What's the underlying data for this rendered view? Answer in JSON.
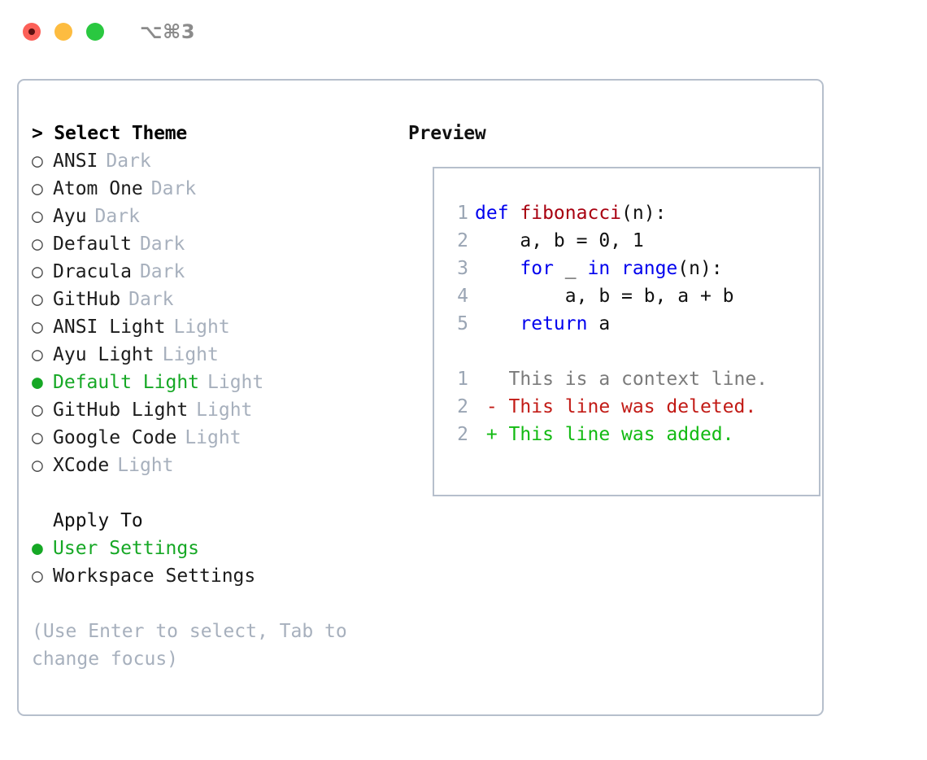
{
  "window": {
    "shortcut_label": "⌥⌘3",
    "traffic_lights": [
      "close-button",
      "minimize-button",
      "maximize-button"
    ],
    "colors": {
      "close": "#fc6058",
      "minimize": "#fdbc40",
      "maximize": "#2ac840",
      "panel_border": "#b6bfcc",
      "accent_green": "#16a825",
      "muted": "#a7b0bd"
    }
  },
  "theme_list": {
    "header": "> Select Theme",
    "items": [
      {
        "marker": "○",
        "name": "ANSI",
        "kind": "Dark",
        "selected": false
      },
      {
        "marker": "○",
        "name": "Atom One",
        "kind": "Dark",
        "selected": false
      },
      {
        "marker": "○",
        "name": "Ayu",
        "kind": "Dark",
        "selected": false
      },
      {
        "marker": "○",
        "name": "Default",
        "kind": "Dark",
        "selected": false
      },
      {
        "marker": "○",
        "name": "Dracula",
        "kind": "Dark",
        "selected": false
      },
      {
        "marker": "○",
        "name": "GitHub",
        "kind": "Dark",
        "selected": false
      },
      {
        "marker": "○",
        "name": "ANSI Light",
        "kind": "Light",
        "selected": false
      },
      {
        "marker": "○",
        "name": "Ayu Light",
        "kind": "Light",
        "selected": false
      },
      {
        "marker": "●",
        "name": "Default Light",
        "kind": "Light",
        "selected": true
      },
      {
        "marker": "○",
        "name": "GitHub Light",
        "kind": "Light",
        "selected": false
      },
      {
        "marker": "○",
        "name": "Google Code",
        "kind": "Light",
        "selected": false
      },
      {
        "marker": "○",
        "name": "XCode",
        "kind": "Light",
        "selected": false
      }
    ]
  },
  "apply_to": {
    "header": "Apply To",
    "items": [
      {
        "marker": "●",
        "name": "User Settings",
        "selected": true
      },
      {
        "marker": "○",
        "name": "Workspace Settings",
        "selected": false
      }
    ]
  },
  "hint": "(Use Enter to select, Tab to change focus)",
  "preview": {
    "title": "Preview",
    "code_lines": [
      {
        "number": "1",
        "tokens": [
          {
            "text": "def ",
            "style": "kw"
          },
          {
            "text": "fibonacci",
            "style": "fn"
          },
          {
            "text": "(n):",
            "style": "txt"
          }
        ]
      },
      {
        "number": "2",
        "tokens": [
          {
            "text": "    a, b = 0, 1",
            "style": "txt"
          }
        ]
      },
      {
        "number": "3",
        "tokens": [
          {
            "text": "    ",
            "style": "txt"
          },
          {
            "text": "for",
            "style": "kw"
          },
          {
            "text": " _ ",
            "style": "txt"
          },
          {
            "text": "in range",
            "style": "kw"
          },
          {
            "text": "(n):",
            "style": "txt"
          }
        ]
      },
      {
        "number": "4",
        "tokens": [
          {
            "text": "        a, b = b, a + b",
            "style": "txt"
          }
        ]
      },
      {
        "number": "5",
        "tokens": [
          {
            "text": "    ",
            "style": "txt"
          },
          {
            "text": "return",
            "style": "kw"
          },
          {
            "text": " a",
            "style": "txt"
          }
        ]
      }
    ],
    "diff_lines": [
      {
        "number": "1",
        "text": "   This is a context line.",
        "style": "ctx"
      },
      {
        "number": "2",
        "text": " - This line was deleted.",
        "style": "del"
      },
      {
        "number": "2",
        "text": " + This line was added.",
        "style": "add"
      }
    ]
  }
}
